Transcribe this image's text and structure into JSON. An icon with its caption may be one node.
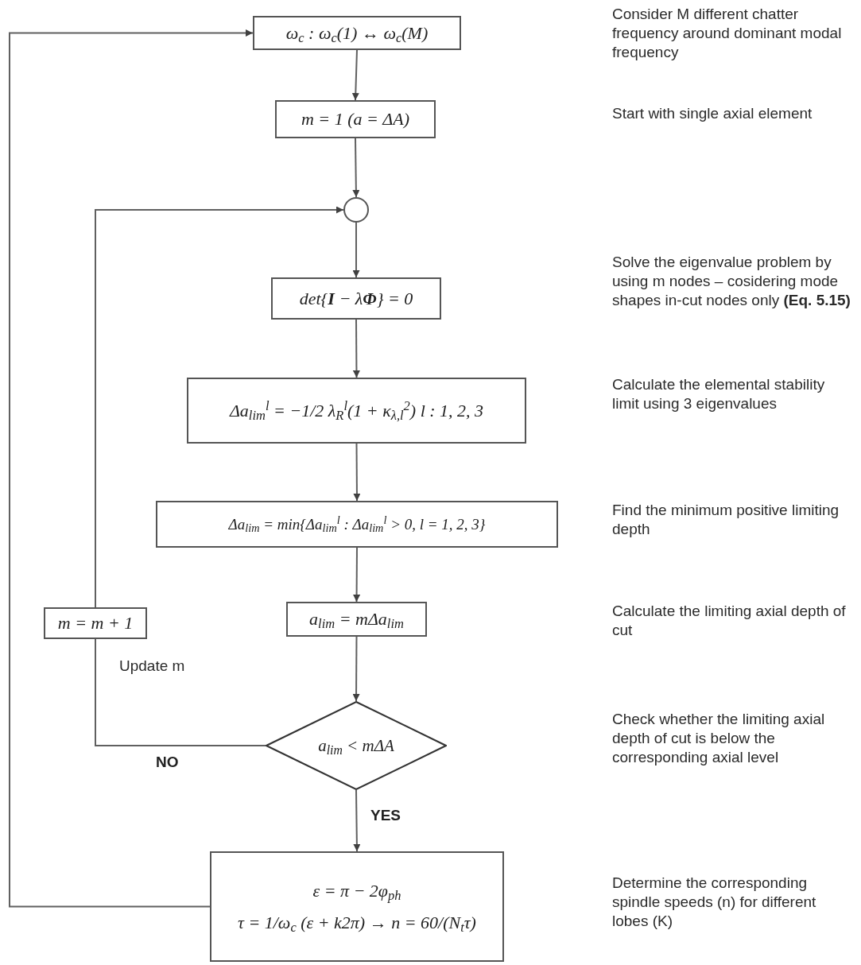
{
  "diagram": {
    "nodes": [
      {
        "text": [
          "ω$_{c}$ : ω$_{c}$(1) ↔ ω$_{c}$(M)"
        ]
      },
      {
        "text": [
          "m = 1 (a = ΔA)"
        ]
      },
      {
        "text": [],
        "shape": "circle"
      },
      {
        "text": [
          "det{**I** − λ**Φ**} = 0"
        ]
      },
      {
        "text": [
          "Δa$_{lim}$$^{l}$ = −1/2 λ$_{R}$$^{l}$(1 + κ$_{λ,l}$$^{2}$)   l : 1, 2, 3"
        ]
      },
      {
        "text": [
          "Δa$_{lim}$ = min{Δa$_{lim}$$^{l}$ : Δa$_{lim}$$^{l}$ > 0, l = 1, 2, 3}"
        ]
      },
      {
        "text": [
          "a$_{lim}$ = mΔa$_{lim}$"
        ]
      },
      {
        "text": [
          "m = m + 1"
        ],
        "beside": [
          "Update m"
        ]
      },
      {
        "text": [
          "a$_{lim}$ < mΔA"
        ]
      },
      {
        "text": [
          "ε = π − 2φ$_{ph}$",
          "τ = 1/ω$_{c}$ (ε + k2π) → n = 60/(N$_{t}$τ)"
        ]
      }
    ],
    "edges": [
      {
        "from": 0,
        "to": 1,
        "arrow": "to"
      },
      {
        "from": 1,
        "to": 2,
        "arrow": "to"
      },
      {
        "from": 2,
        "to": 3,
        "arrow": "to"
      },
      {
        "from": 3,
        "to": 4,
        "arrow": "to"
      },
      {
        "from": 4,
        "to": 5,
        "arrow": "to"
      },
      {
        "from": 5,
        "to": 6,
        "arrow": "to"
      },
      {
        "from": 6,
        "to": 8,
        "arrow": "to"
      },
      {
        "from": 8,
        "to": 7,
        "arrow": "none",
        "label": "NO"
      },
      {
        "from": 7,
        "to": 2,
        "arrow": "to"
      },
      {
        "from": 8,
        "to": 9,
        "arrow": "to",
        "label": "YES"
      },
      {
        "from": 9,
        "to": 0,
        "arrow": "to"
      }
    ],
    "labels": [
      "Consider M different chatter frequency around dominant modal frequency",
      "Start with single axial element",
      "Solve the eigenvalue problem by using m nodes – cosidering mode shapes in-cut nodes only **(Eq. 5.15)**",
      "Calculate the elemental stability limit using 3 eigenvalues",
      "Find the minimum positive limiting depth",
      "Calculate the limiting axial depth of cut",
      "Check whether the limiting axial depth of cut is below the corresponding axial level",
      "Determine the corresponding spindle speeds (n) for different lobes (K)"
    ]
  }
}
